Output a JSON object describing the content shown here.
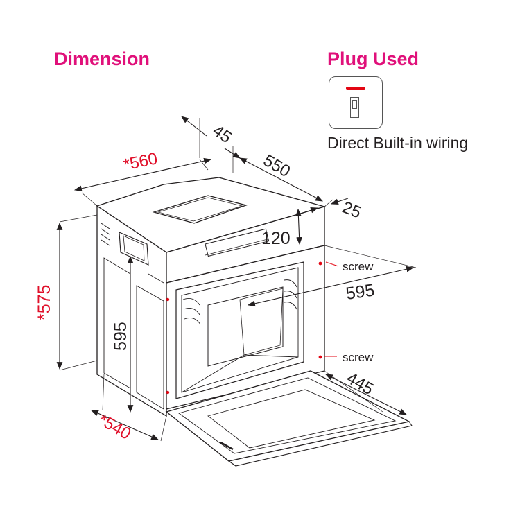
{
  "headings": {
    "dimension": "Dimension",
    "plug_used": "Plug Used"
  },
  "plug": {
    "caption": "Direct Built-in wiring"
  },
  "dimensions": {
    "depth_top": "45",
    "depth_total": "550",
    "width_outer": "*560",
    "offset": "25",
    "panel_height": "120",
    "width_front": "595",
    "height_front": "595",
    "height_niche": "*575",
    "width_niche": "*540",
    "door_depth": "445"
  },
  "callouts": {
    "screw_top": "screw",
    "screw_bottom": "screw"
  },
  "colors": {
    "heading": "#e0107a",
    "highlight_dimension": "#e0102a",
    "led": "#e30613",
    "line": "#231f20"
  }
}
